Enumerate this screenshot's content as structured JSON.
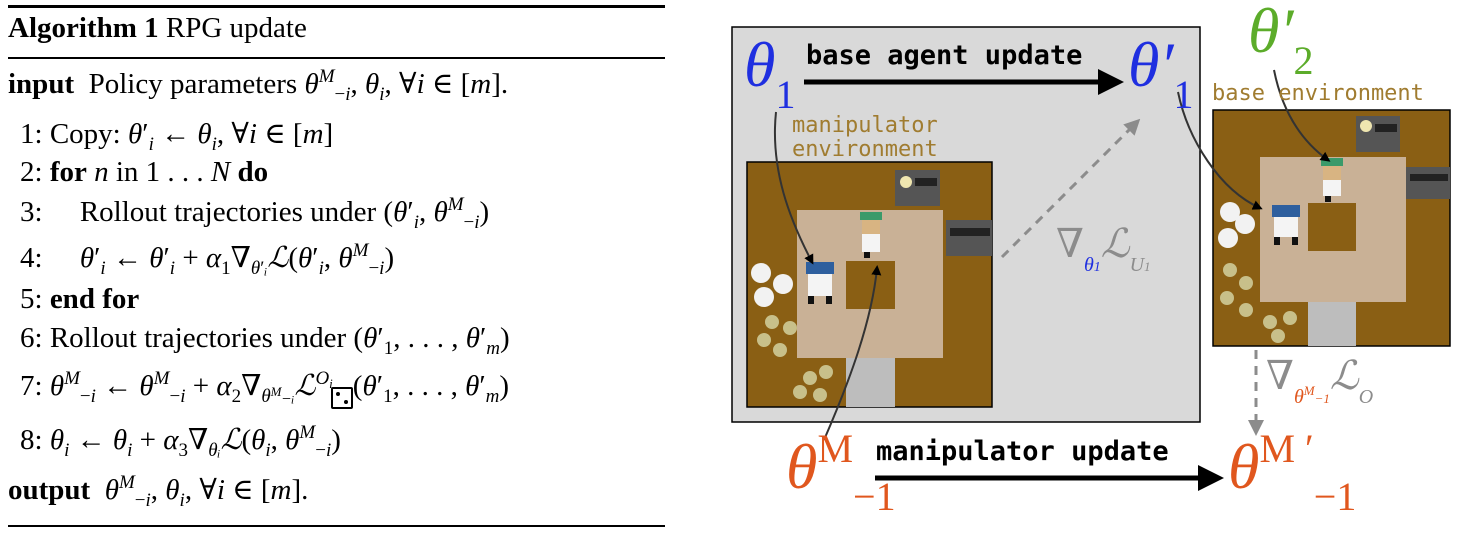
{
  "algorithm": {
    "title_bold": "Algorithm 1",
    "title_rest": "RPG update",
    "input_kw": "input",
    "input_text": "Policy parameters",
    "output_kw": "output",
    "steps": [
      {
        "num": "1:",
        "text": "Copy:"
      },
      {
        "num": "2:",
        "kw1": "for",
        "kw2": "do",
        "text": "in"
      },
      {
        "num": "3:",
        "text": "Rollout trajectories under"
      },
      {
        "num": "4:"
      },
      {
        "num": "5:",
        "kw1": "end for"
      },
      {
        "num": "6:",
        "text": "Rollout trajectories under"
      },
      {
        "num": "7:"
      },
      {
        "num": "8:"
      }
    ]
  },
  "figure": {
    "base_update_label": "base agent update",
    "manipulator_update_label": "manipulator update",
    "manipulator_env_label_1": "manipulator",
    "manipulator_env_label_2": "environment",
    "base_env_label": "base environment",
    "colors": {
      "blue": "#1f2fe0",
      "green": "#5cac2a",
      "orange": "#e0571e",
      "env_text": "#a07c30",
      "gray_box": "#d9d9d9",
      "floor": "#8a5f14",
      "counter": "#c9b196",
      "grad_gray": "#8c8c8c"
    }
  }
}
